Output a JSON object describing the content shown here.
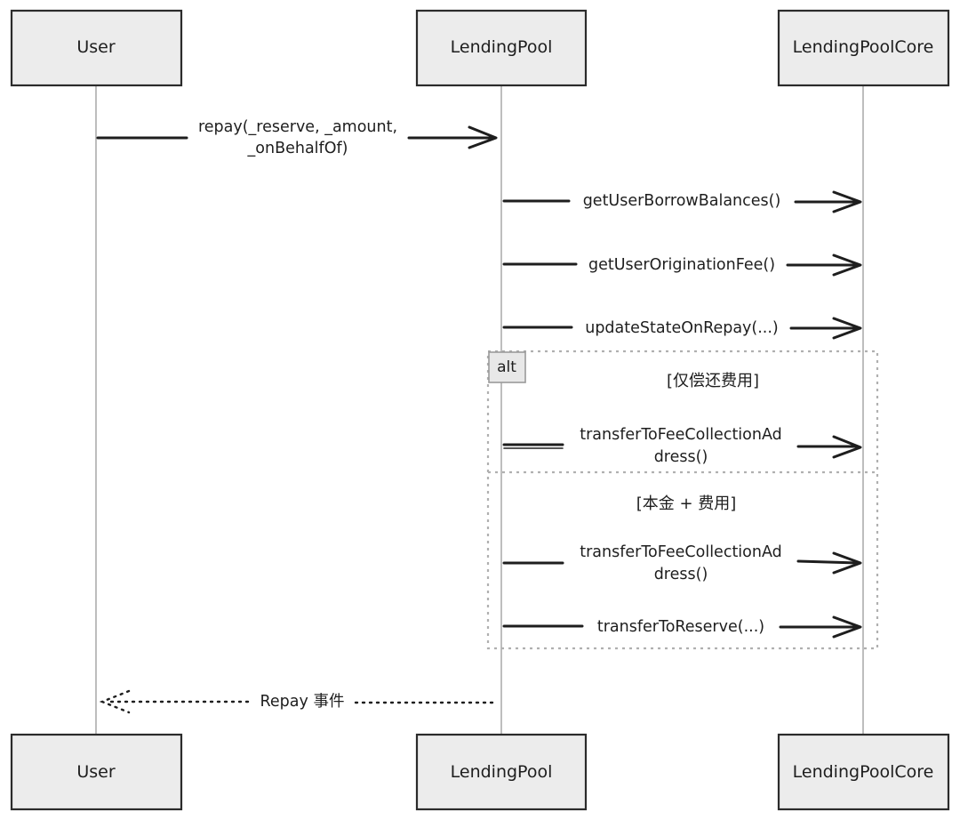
{
  "participants": {
    "user": "User",
    "pool": "LendingPool",
    "core": "LendingPoolCore"
  },
  "messages": {
    "repay_line1": "repay(_reserve, _amount,",
    "repay_line2": "_onBehalfOf)",
    "get_borrow": "getUserBorrowBalances()",
    "get_fee": "getUserOriginationFee()",
    "update_state": "updateStateOnRepay(...)",
    "transfer_fee_1_line1": "transferToFeeCollectionAd",
    "transfer_fee_1_line2": "dress()",
    "transfer_fee_2_line1": "transferToFeeCollectionAd",
    "transfer_fee_2_line2": "dress()",
    "transfer_reserve": "transferToReserve(...)",
    "repay_event": "Repay 事件"
  },
  "alt_frame": {
    "label": "alt",
    "guard1": "[仅偿还费用]",
    "guard2": "[本金 + 费用]"
  }
}
